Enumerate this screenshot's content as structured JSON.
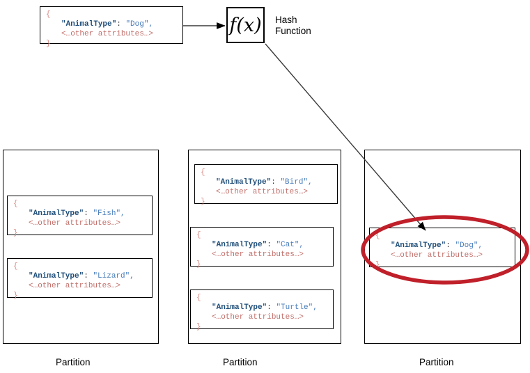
{
  "source_record": {
    "open_brace": "{",
    "key": "\"AnimalType\"",
    "colon": ":",
    "value": "\"Dog\",",
    "attributes": "<…other attributes…>",
    "close_brace": "}"
  },
  "hash_function": {
    "symbol": "f(x)",
    "label": "Hash\nFunction"
  },
  "colors": {
    "key": "#1f4e79",
    "value": "#4a7ebb",
    "attributes": "#c2706b",
    "brace": "#d98b85",
    "highlight": "#c0202a",
    "stroke": "#000000"
  },
  "common": {
    "open_brace": "{",
    "key": "\"AnimalType\"",
    "colon": ":",
    "attributes": "<…other attributes…>",
    "close_brace": "}"
  },
  "partitions": [
    {
      "label": "Partition",
      "records": [
        {
          "value": "\"Fish\","
        },
        {
          "value": "\"Lizard\","
        }
      ]
    },
    {
      "label": "Partition",
      "records": [
        {
          "value": "\"Bird\","
        },
        {
          "value": "\"Cat\","
        },
        {
          "value": "\"Turtle\","
        }
      ]
    },
    {
      "label": "Partition",
      "records": [
        {
          "value": "\"Dog\","
        }
      ]
    }
  ]
}
